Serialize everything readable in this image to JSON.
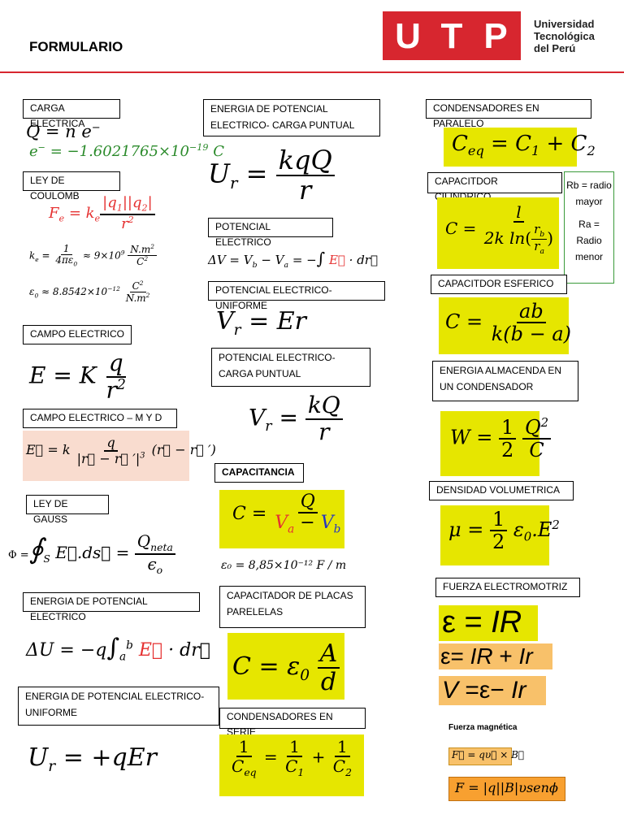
{
  "header": {
    "title": "FORMULARIO",
    "logo_letters": [
      "U",
      "T",
      "P"
    ],
    "logo_text": [
      "Universidad",
      "Tecnológica",
      "del Perú"
    ],
    "logo_color": "#d7262f",
    "rule_color": "#d7262f"
  },
  "col1": {
    "carga_label": "CARGA ELECTRICA",
    "coulomb_label": "LEY DE COULOMB",
    "campo_label": "CAMPO ELECTRICO",
    "campo_myd_label": "CAMPO ELECTRICO – M Y D",
    "gauss_label": "LEY DE GAUSS",
    "energia_label": "ENERGIA DE POTENCIAL ELECTRICO",
    "energia_uniforme_label": "ENERGIA DE POTENCIAL ELECTRICO- UNIFORME"
  },
  "col2": {
    "energia_puntual_label": "ENERGIA DE POTENCIAL ELECTRICO- CARGA PUNTUAL",
    "potencial_label": "POTENCIAL ELECTRICO",
    "potencial_uniforme_label": "POTENCIAL ELECTRICO- UNIFORME",
    "potencial_puntual_label": "POTENCIAL ELECTRICO- CARGA PUNTUAL",
    "capacitancia_label": "CAPACITANCIA",
    "epsilon_value": "ε₀ = 8,85×10⁻¹² F / m",
    "placas_label": "CAPACITADOR DE PLACAS PARELELAS",
    "serie_label": "CONDENSADORES EN SERIE"
  },
  "col3": {
    "paralelo_label": "CONDENSADORES EN PARALELO",
    "cilindrico_label": "CAPACITDOR  CILINDRICO",
    "note_rb": "Rb = radio mayor",
    "note_ra": "Ra = Radio menor",
    "esferico_label": "CAPACITDOR  ESFERICO",
    "energia_cond_label": "ENERGIA ALMACENDA EN UN CONDENSADOR",
    "densidad_label": "DENSIDAD VOLUMETRICA",
    "fem_label": "FUERZA ELECTROMOTRIZ",
    "magnetica_label": "Fuerza magnética"
  },
  "colors": {
    "highlight_yellow": "#e6e600",
    "highlight_orange": "#f8c16a",
    "highlight_peach": "#f9dccf",
    "note_border": "#3a9a3a"
  }
}
